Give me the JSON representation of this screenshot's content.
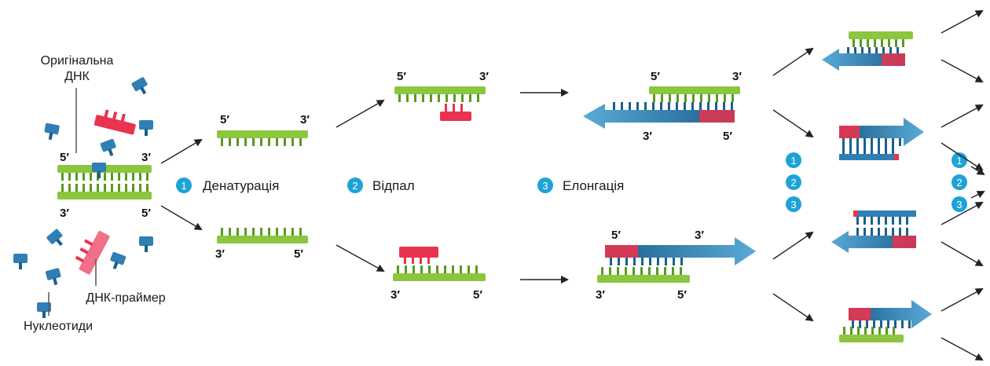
{
  "labels": {
    "original_dna": [
      "Оригінальна",
      "ДНК"
    ],
    "primer": "ДНК-праймер",
    "nucleotides": "Нуклеотиди"
  },
  "steps": [
    {
      "num": "1",
      "label": "Денатурація"
    },
    {
      "num": "2",
      "label": "Відпал"
    },
    {
      "num": "3",
      "label": "Елонгація"
    }
  ],
  "cycle_badges": [
    "1",
    "2",
    "3"
  ],
  "ends": {
    "five": "5′",
    "three": "3′"
  },
  "colors": {
    "template": "#8cc63f",
    "template_dark": "#5a9a1e",
    "primer": "#e8344e",
    "primer_light": "#f5a3b0",
    "new_strand": "#2f7fb5",
    "new_strand_dark": "#1b5f8f",
    "badge": "#1ea3d8"
  }
}
